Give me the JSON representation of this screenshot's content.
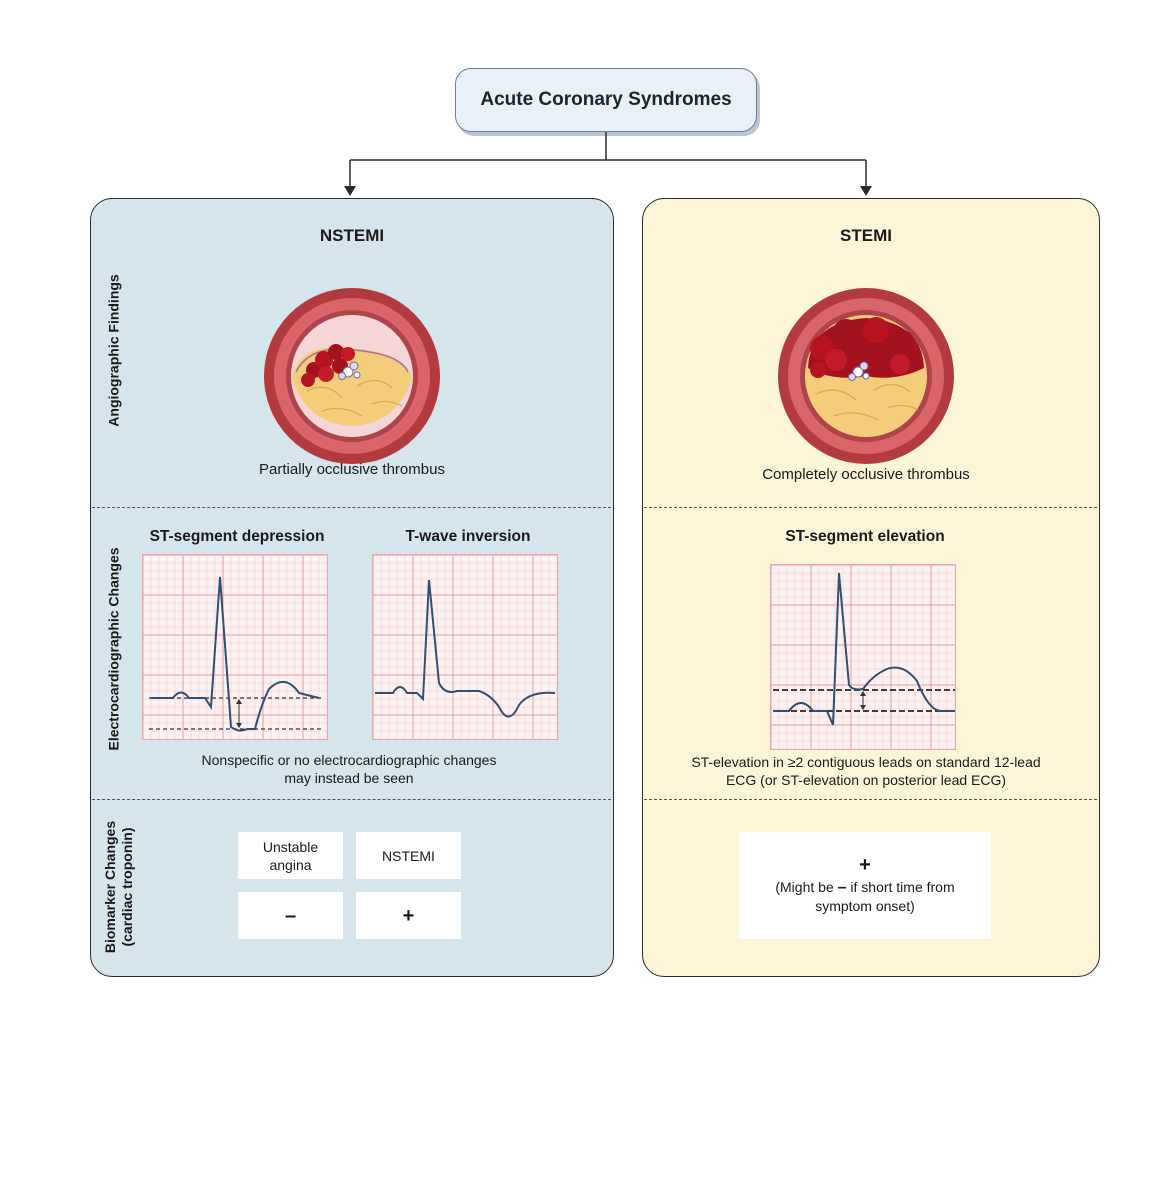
{
  "root": {
    "title": "Acute Coronary Syndromes"
  },
  "row_labels": {
    "angiographic": "Angiographic Findings",
    "ecg": "Electrocardiographic Changes",
    "biomarker_line1": "Biomarker Changes",
    "biomarker_line2": "(cardiac troponin)"
  },
  "nstemi": {
    "title": "NSTEMI",
    "angio_caption": "Partially occlusive thrombus",
    "ecg_charts": [
      {
        "title": "ST-segment depression"
      },
      {
        "title": "T-wave inversion"
      }
    ],
    "ecg_note_line1": "Nonspecific or no electrocardiographic changes",
    "ecg_note_line2": "may instead be seen",
    "biomarker": {
      "col1_header_line1": "Unstable",
      "col1_header_line2": "angina",
      "col2_header": "NSTEMI",
      "col1_value": "–",
      "col2_value": "+"
    }
  },
  "stemi": {
    "title": "STEMI",
    "angio_caption": "Completely occlusive thrombus",
    "ecg_title": "ST-segment elevation",
    "ecg_note_line1": "ST-elevation in ≥2 contiguous leads on standard 12-lead",
    "ecg_note_line2": "ECG (or ST-elevation on posterior lead ECG)",
    "biomarker": {
      "value": "+",
      "note_prefix": "(Might be ",
      "note_symbol": "–",
      "note_suffix": " if short time from",
      "note_line2": "symptom onset)"
    }
  },
  "colors": {
    "nstemi_panel": "#d6e4ec",
    "stemi_panel": "#fdf5d8",
    "root_box": "#e9f0f7",
    "ecg_trace": "#2f4f73",
    "ecg_grid": "#e8a7ad",
    "vessel_wall": "#c0464b",
    "thrombus": "#a3121f",
    "plaque": "#f3cd7a"
  }
}
